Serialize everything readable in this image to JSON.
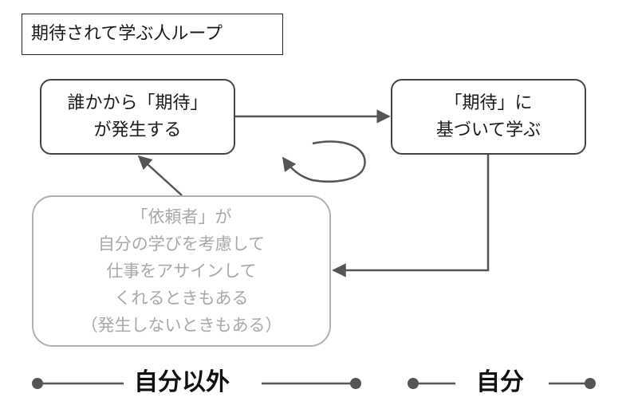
{
  "title": "期待されて学ぶ人ループ",
  "nodes": {
    "expectation": {
      "lines": [
        "誰かから「期待」",
        "が発生する"
      ]
    },
    "learning": {
      "lines": [
        "「期待」に",
        "基づいて学ぶ"
      ]
    },
    "requester": {
      "lines": [
        "「依頼者」が",
        "自分の学びを考慮して",
        "仕事をアサインして",
        "くれるときもある",
        "（発生しないときもある）"
      ]
    }
  },
  "axis": {
    "others_label": "自分以外",
    "self_label": "自分"
  },
  "colors": {
    "node_border": "#444444",
    "faded_border": "#b0b0b0",
    "faded_text": "#a8a8a8",
    "arrow": "#555555"
  }
}
